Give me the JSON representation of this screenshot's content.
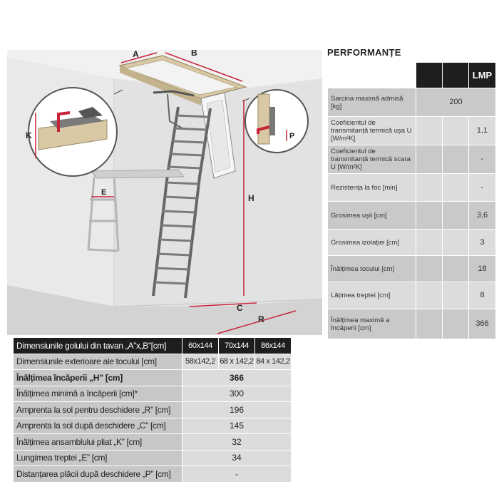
{
  "illustration": {
    "labels": {
      "a": "A",
      "b": "B",
      "k": "K",
      "e": "E",
      "h": "H",
      "p": "P",
      "c": "C",
      "r": "R"
    },
    "colors": {
      "dimension_line": "#c8233a",
      "wall": "#e4e4e4",
      "floor": "#d2d2d2",
      "frame": "#d8c9a4",
      "ladder": "#6e6e6e"
    }
  },
  "performance": {
    "title": "PERFORMANȚE",
    "header": {
      "col_lmp": "LMP"
    },
    "rows": [
      {
        "label": "Sarcina maximă admisă [kg]",
        "value": "200",
        "spanning": true
      },
      {
        "label": "Coeficientul de transmitanță termică ușa U [W/m²K]",
        "value": "1,1"
      },
      {
        "label": "Coeficientul de transmitanță termică scara U [W/m²K]",
        "value": "-"
      },
      {
        "label": "Rezistența la foc [min]",
        "value": "-"
      },
      {
        "label": "Grosimea ușii [cm]",
        "value": "3,6"
      },
      {
        "label": "Grosimea izolației [cm]",
        "value": "3"
      },
      {
        "label": "Înălțimea tocului [cm]",
        "value": "18"
      },
      {
        "label": "Lățimea treptei [cm]",
        "value": "8"
      },
      {
        "label": "Înălțimea maximă a încăperii [cm]",
        "value": "366"
      }
    ]
  },
  "dimensions": {
    "header": {
      "label": "Dimensiunile golului din tavan „A”x„B”[cm]",
      "sizes": [
        "60x144",
        "70x144",
        "86x144"
      ]
    },
    "frame_row": {
      "label": "Dimensiunile exterioare ale tocului [cm]",
      "sizes": [
        "58x142,2",
        "68 x 142,2",
        "84 x 142,2"
      ]
    },
    "rows": [
      {
        "label": "Înălțimea încăperii „H” [cm]",
        "value": "366",
        "bold": true
      },
      {
        "label": "Înălțimea minimă a încăperii [cm]*",
        "value": "300"
      },
      {
        "label": "Amprenta la sol pentru deschidere „R” [cm]",
        "value": "196"
      },
      {
        "label": "Amprenta la sol după deschidere „C” [cm]",
        "value": "145"
      },
      {
        "label": "Înălțimea ansamblului pliat „K” [cm]",
        "value": "32"
      },
      {
        "label": "Lungimea treptei „E” [cm]",
        "value": "34"
      },
      {
        "label": "Distanțarea plăcii după deschidere „P” [cm]",
        "value": "-"
      }
    ]
  }
}
